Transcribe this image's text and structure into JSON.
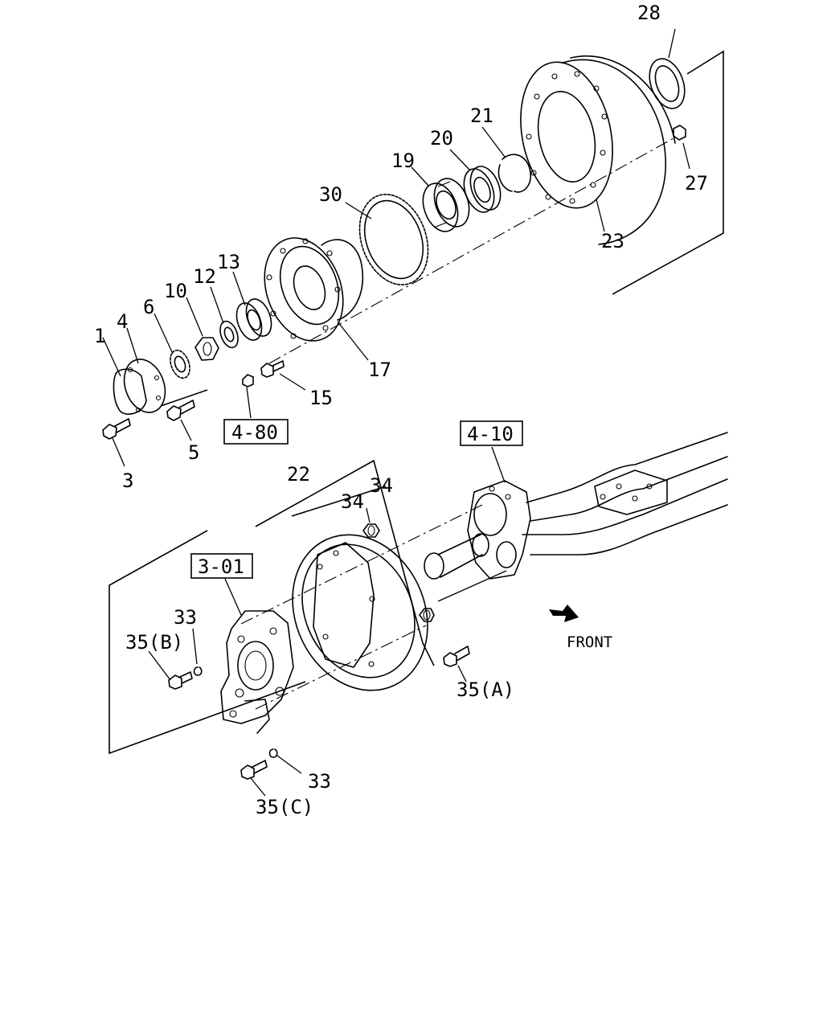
{
  "labels": {
    "p1": "1",
    "p3": "3",
    "p4": "4",
    "p5": "5",
    "p6": "6",
    "p10": "10",
    "p12": "12",
    "p13": "13",
    "p15": "15",
    "p17": "17",
    "p19": "19",
    "p20": "20",
    "p21": "21",
    "p22": "22",
    "p23": "23",
    "p27": "27",
    "p28": "28",
    "p30": "30",
    "p33a": "33",
    "p33b": "33",
    "p34a": "34",
    "p34b": "34",
    "p35a": "35(A)",
    "p35b": "35(B)",
    "p35c": "35(C)"
  },
  "refs": {
    "r480": "4-80",
    "r410": "4-10",
    "r301": "3-01"
  },
  "front": "FRONT"
}
